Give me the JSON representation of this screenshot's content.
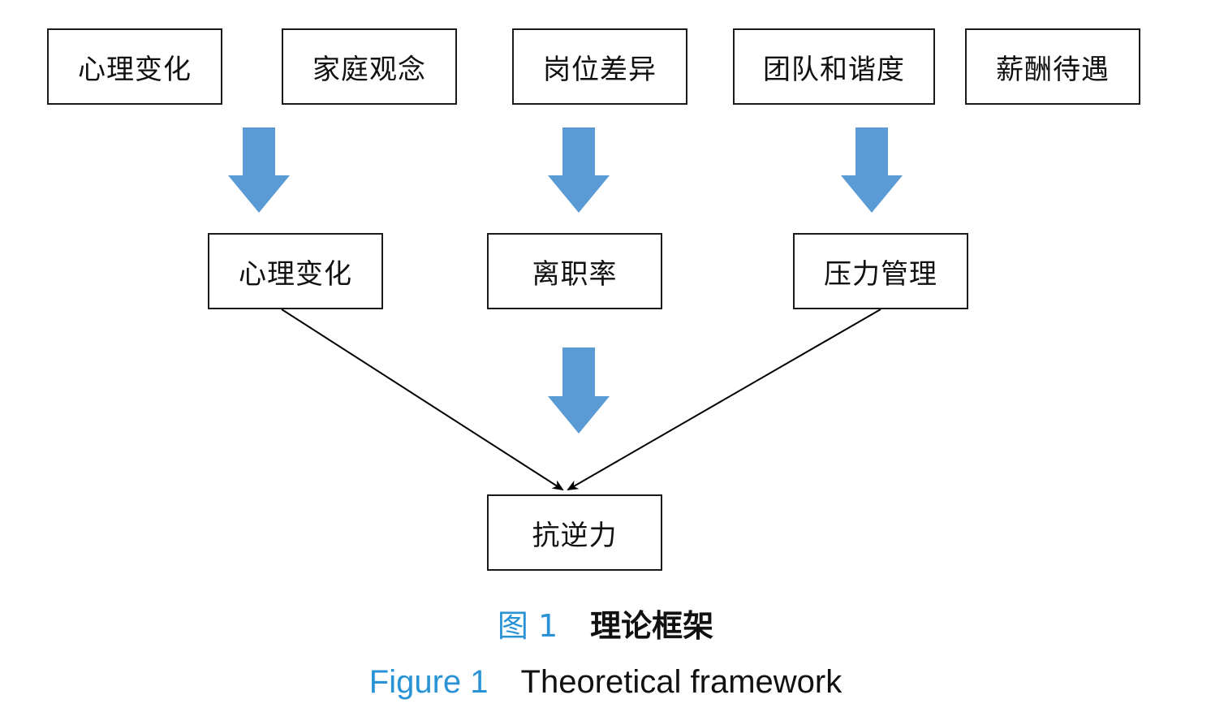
{
  "colors": {
    "block_arrow": "#5b9bd5",
    "caption_label": "#2a93d5",
    "line": "#000000"
  },
  "diagram": {
    "top_row": [
      "心理变化",
      "家庭观念",
      "岗位差异",
      "团队和谐度",
      "薪酬待遇"
    ],
    "middle_row": [
      "心理变化",
      "离职率",
      "压力管理"
    ],
    "bottom": "抗逆力"
  },
  "caption": {
    "cn_label": "图 1",
    "cn_title": "理论框架",
    "en_label": "Figure 1",
    "en_title": "Theoretical framework"
  }
}
